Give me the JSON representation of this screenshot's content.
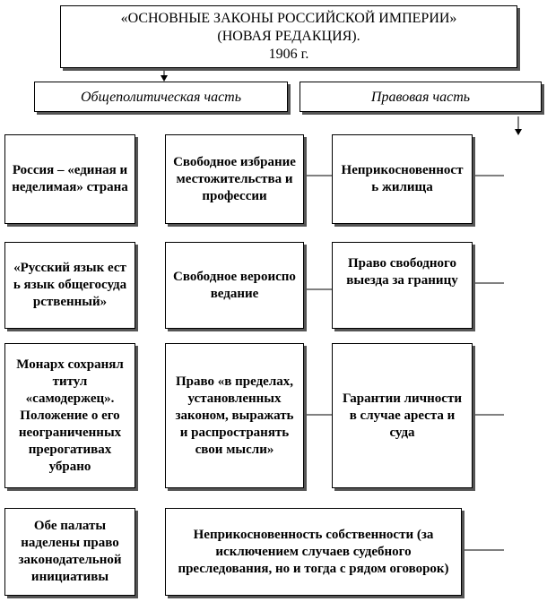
{
  "title": {
    "line1": "«ОСНОВНЫЕ ЗАКОНЫ РОССИЙСКОЙ ИМПЕРИИ»",
    "line2": "(НОВАЯ РЕДАКЦИЯ).",
    "line3": "1906 г."
  },
  "branches": {
    "left": "Общеполитическая часть",
    "right": "Правовая часть"
  },
  "political": [
    "Россия – «единая и неделимая» страна",
    "«Русский язык есть язык общегосударственный»",
    "Монарх сохранял титул «самодержец». Положение о его неограниченных прерогативах убрано",
    "Обе палаты наделены право законодательной инициативы"
  ],
  "rights_middle": [
    "Свободное избрание местожительства и профессии",
    "Свободное вероисповедание",
    "Право «в пределах, установленных законом, выражать и распространять свои мысли»"
  ],
  "rights_right": [
    "Неприкосновенность жилища",
    "Право свободного выезда за границу",
    "Гарантии личности в случае ареста и суда"
  ],
  "rights_bottom": "Неприкосновенность собственности (за исключением случаев судебного преследования, но и тогда с рядом оговорок)"
}
